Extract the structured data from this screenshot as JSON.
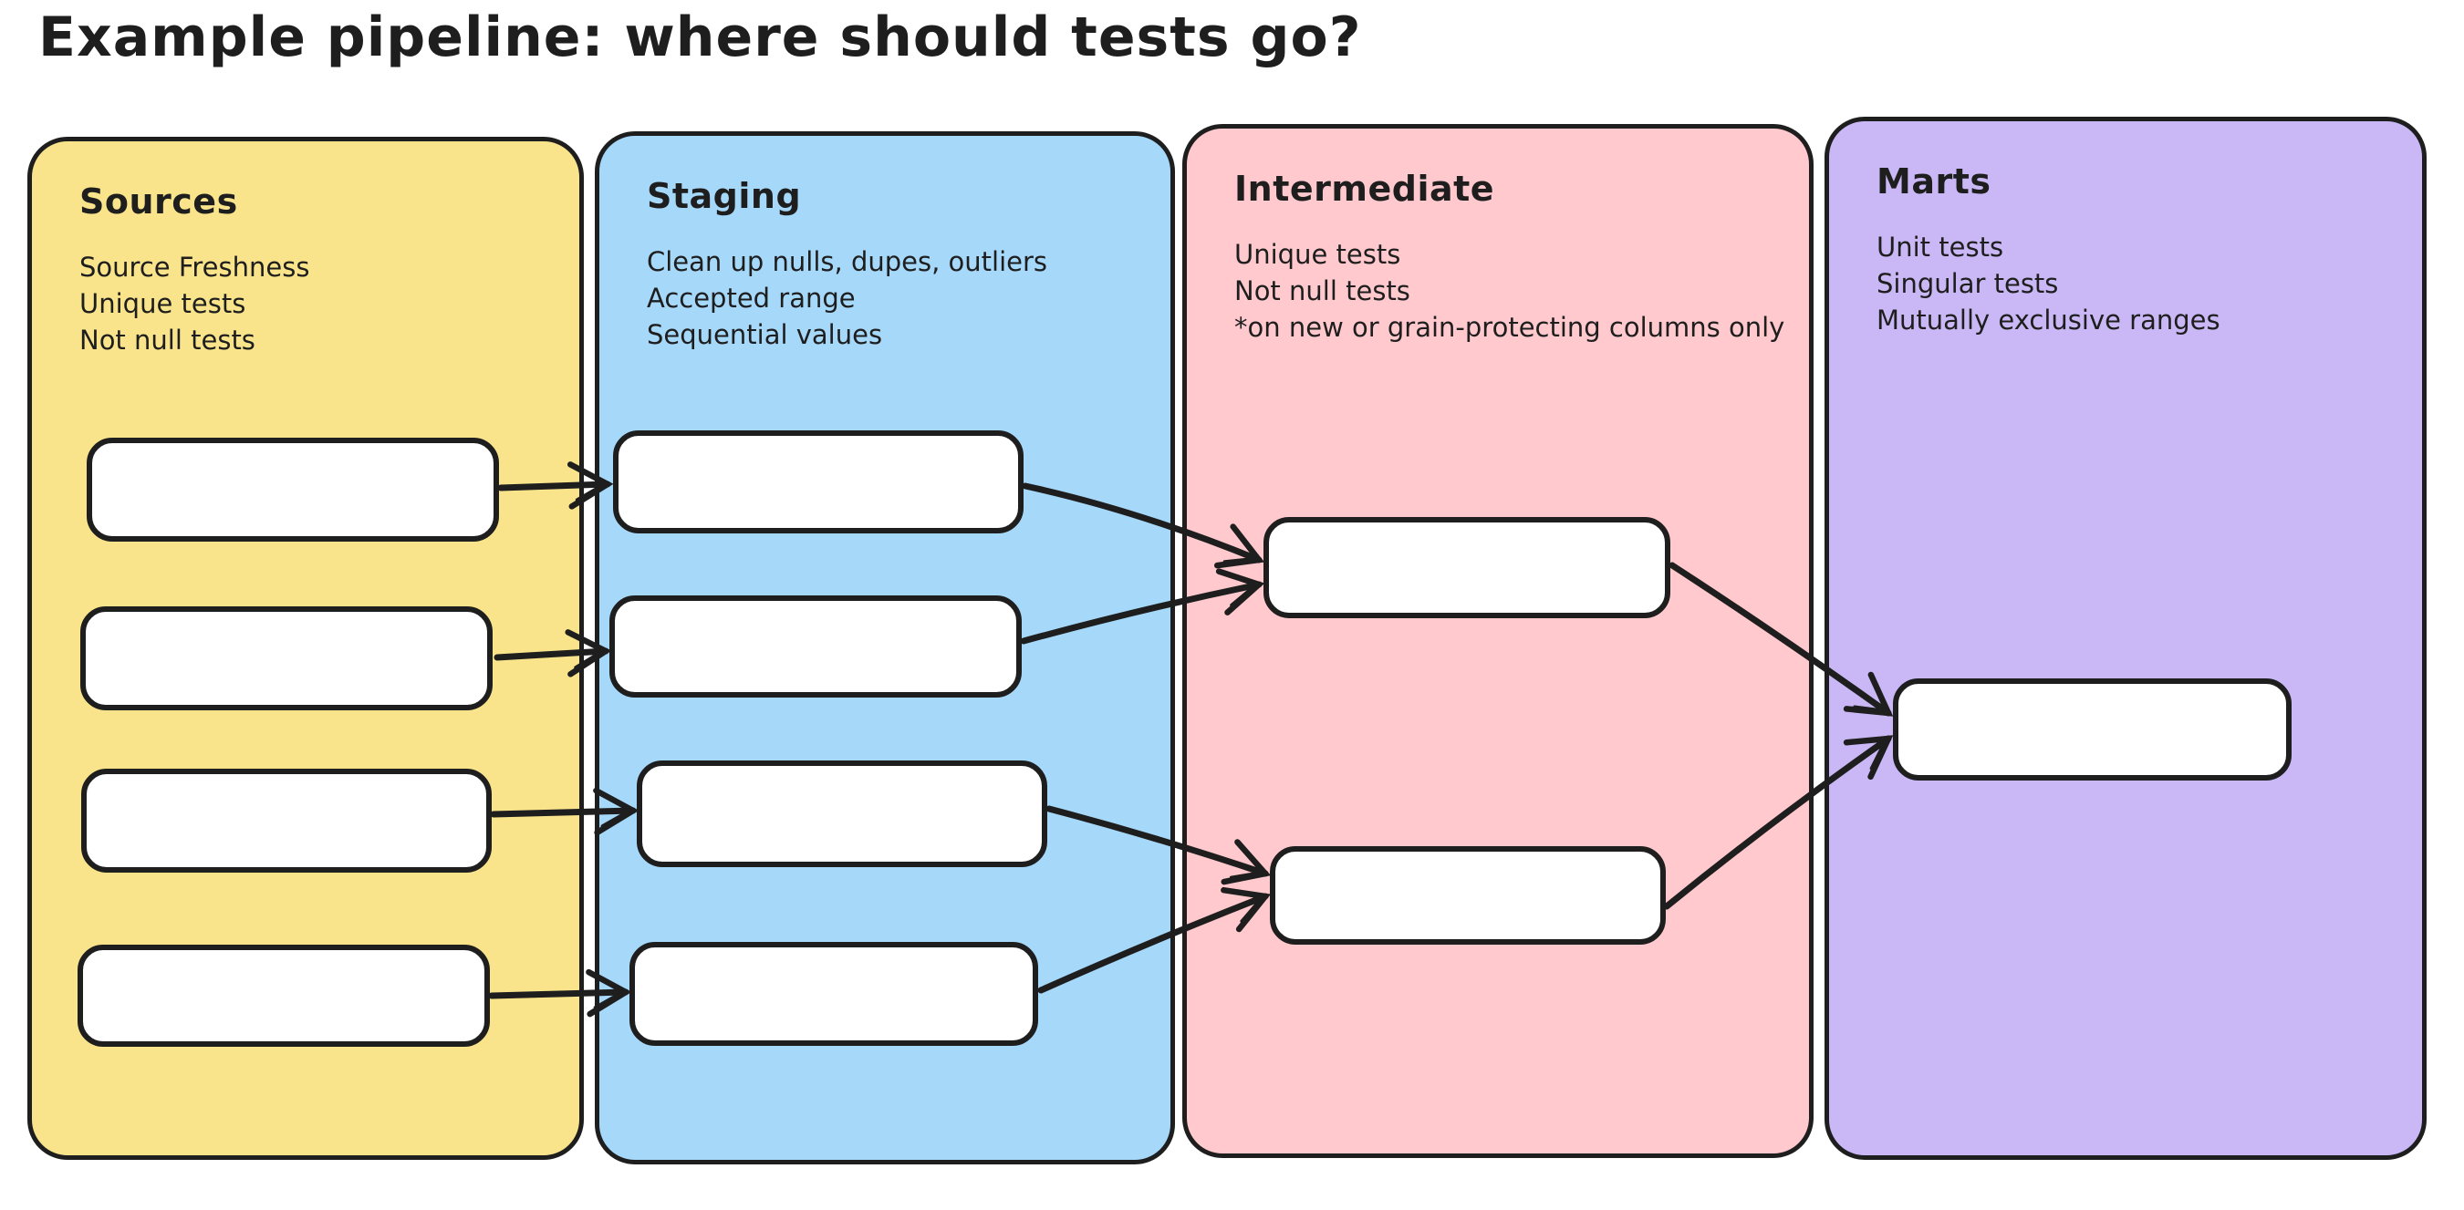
{
  "title": "Example pipeline: where should tests go?",
  "colors": {
    "stroke": "#1e1e1e",
    "node_bg": "#ffffff",
    "sources_bg": "#f9e48b",
    "staging_bg": "#a6d8fa",
    "intermediate_bg": "#ffc9cd",
    "marts_bg": "#c9b8f5"
  },
  "columns": [
    {
      "id": "sources",
      "label": "Sources",
      "color": "#f9e48b",
      "items": [
        "Source Freshness",
        "Unique tests",
        "Not null tests"
      ],
      "node_count": 4
    },
    {
      "id": "staging",
      "label": "Staging",
      "color": "#a6d8fa",
      "items": [
        "Clean up nulls, dupes, outliers",
        "Accepted range",
        "Sequential values"
      ],
      "node_count": 4
    },
    {
      "id": "intermediate",
      "label": "Intermediate",
      "color": "#ffc9cd",
      "items": [
        "Unique tests",
        "Not null tests",
        "*on new or grain-protecting columns only"
      ],
      "node_count": 2
    },
    {
      "id": "marts",
      "label": "Marts",
      "color": "#c9b8f5",
      "items": [
        "Unit tests",
        "Singular tests",
        "Mutually exclusive ranges"
      ],
      "node_count": 1
    }
  ],
  "edges": [
    {
      "from": "sources-1",
      "to": "staging-1"
    },
    {
      "from": "sources-2",
      "to": "staging-2"
    },
    {
      "from": "sources-3",
      "to": "staging-3"
    },
    {
      "from": "sources-4",
      "to": "staging-4"
    },
    {
      "from": "staging-1",
      "to": "intermediate-1"
    },
    {
      "from": "staging-2",
      "to": "intermediate-1"
    },
    {
      "from": "staging-3",
      "to": "intermediate-2"
    },
    {
      "from": "staging-4",
      "to": "intermediate-2"
    },
    {
      "from": "intermediate-1",
      "to": "marts-1"
    },
    {
      "from": "intermediate-2",
      "to": "marts-1"
    }
  ]
}
